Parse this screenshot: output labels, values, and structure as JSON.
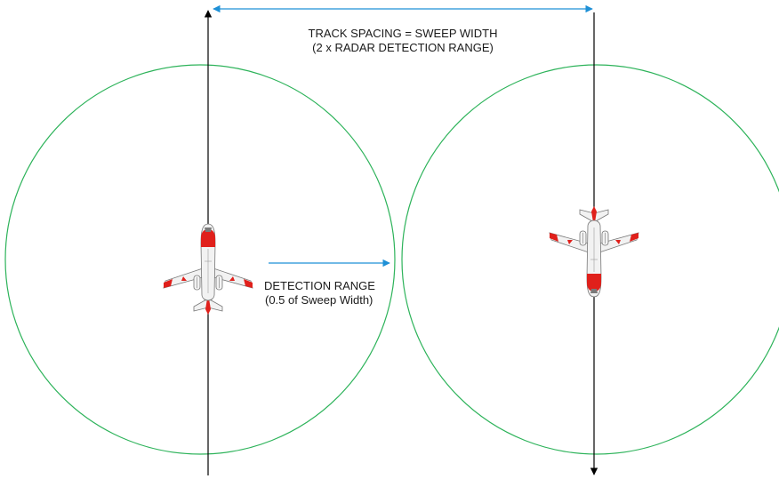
{
  "labels": {
    "track_spacing_line1": "TRACK SPACING = SWEEP WIDTH",
    "track_spacing_line2": "(2 x RADAR DETECTION RANGE)",
    "detection_range_line1": "DETECTION RANGE",
    "detection_range_line2": "(0.5 of Sweep Width)"
  },
  "colors": {
    "circle": "#2db35a",
    "dimension_arrow": "#1e90d6",
    "track_line": "#000000",
    "aircraft_accent": "#e0201b",
    "aircraft_body": "#f2f2f2"
  },
  "icons": {
    "aircraft": "aircraft-top-view-icon"
  }
}
